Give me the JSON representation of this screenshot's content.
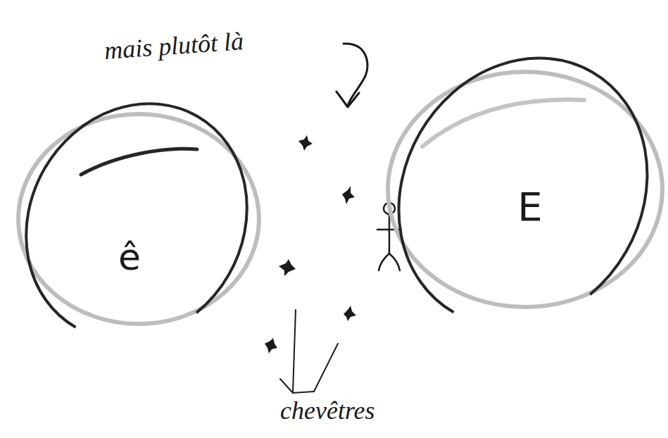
{
  "diagram": {
    "nodes": [
      {
        "text": [
          "ê"
        ]
      },
      {
        "text": [
          "E"
        ]
      }
    ],
    "labels": [
      "mais plutôt là",
      "chevêtres"
    ]
  }
}
